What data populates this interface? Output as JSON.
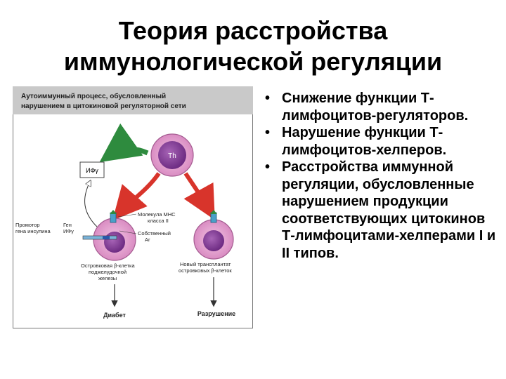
{
  "slide": {
    "title_line1": "Теория расстройства",
    "title_line2": "иммунологической регуляции",
    "bullets": [
      "Снижение функции Т-лимфоцитов-регуляторов.",
      "Нарушение функции Т-лимфоцитов-хелперов.",
      "Расстройства иммунной регуляции, обусловленные нарушением продукции соответствующих цитокинов Т-лимфоцитами-хелперами I и II типов."
    ],
    "bullet_glyph": "•"
  },
  "figure": {
    "header_line1": "Аутоиммунный процесс, обусловленный",
    "header_line2": "нарушением в цитокиновой регуляторной сети",
    "th_label": "Th",
    "ifn_label": "ИФγ",
    "promoter_line1": "Промотор",
    "promoter_line2": "гена инсулина",
    "gene_line1": "Ген",
    "gene_line2": "ИФγ",
    "mhc_line1": "Молекула МНС",
    "mhc_line2": "класса II",
    "self_ag_line1": "Собственный",
    "self_ag_line2": "Аг",
    "islet_line1": "Островковая β-клетка",
    "islet_line2": "поджелудочной",
    "islet_line3": "железы",
    "transplant_line1": "Новый трансплантат",
    "transplant_line2": "островковых β-клеток",
    "diabetes_label": "Диабет",
    "destruction_label": "Разрушение",
    "colors": {
      "cell_outer": "#d98cc2",
      "cell_nucleus": "#8a3f9e",
      "arrow_red": "#d8342b",
      "arrow_green": "#2e8b3e",
      "header_bg": "#c9c9c9"
    }
  }
}
